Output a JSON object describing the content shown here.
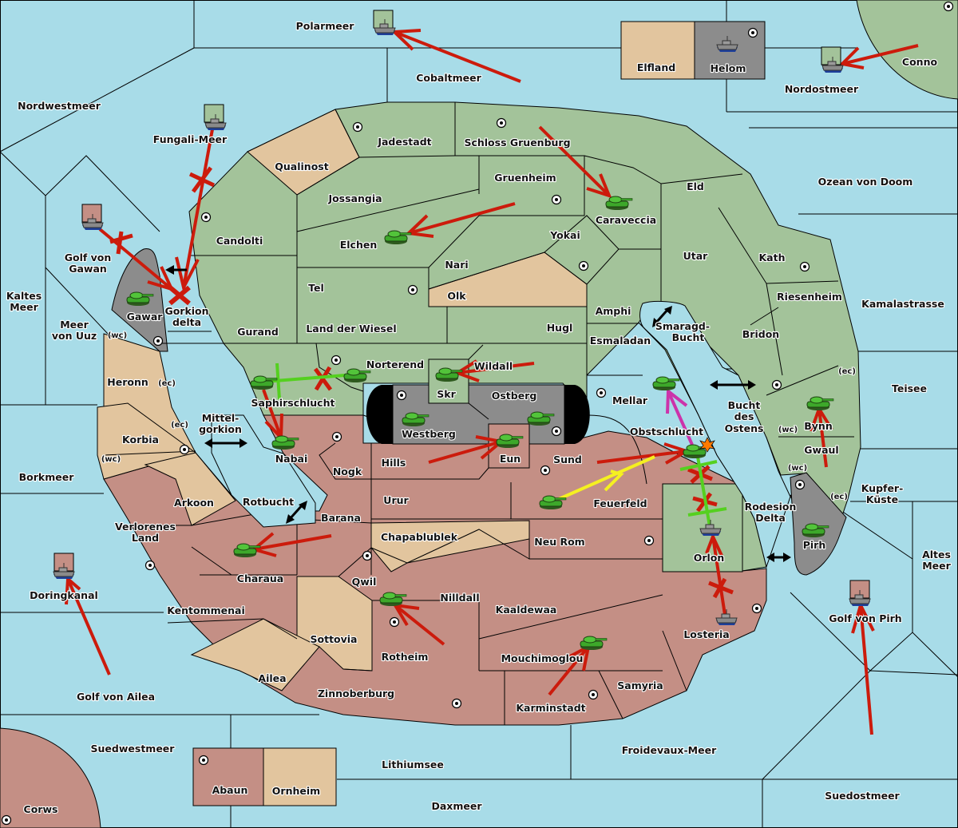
{
  "map": {
    "colors": {
      "sea": "#a8dce8",
      "green_power": "#a3c39a",
      "tan_neutral": "#e2c59e",
      "red_power": "#c48f85",
      "gray_power": "#8c8c8c",
      "order_move": "#cc1b0c",
      "order_support": "#55d020",
      "order_convoy": "#f5f020",
      "order_retreat": "#cc33aa"
    },
    "sea_labels": {
      "polarmeer": "Polarmeer",
      "cobaltmeer": "Cobaltmeer",
      "nordwestmeer": "Nordwestmeer",
      "fungali_meer": "Fungali-Meer",
      "nordostmeer": "Nordostmeer",
      "ozean_von_doom": "Ozean von Doom",
      "golf_von_gawan_1": "Golf von",
      "golf_von_gawan_2": "Gawan",
      "kaltes_meer_1": "Kaltes",
      "kaltes_meer_2": "Meer",
      "meer_von_uuz_1": "Meer",
      "meer_von_uuz_2": "von Uuz",
      "gorkion_delta_1": "Gorkion",
      "gorkion_delta_2": "delta",
      "mittelgorkion_1": "Mittel-",
      "mittelgorkion_2": "gorkion",
      "borkmeer": "Borkmeer",
      "rotbucht": "Rotbucht",
      "smaragd_bucht_1": "Smaragd-",
      "smaragd_bucht_2": "Bucht",
      "bucht_des_ostens_1": "Bucht",
      "bucht_des_ostens_2": "des",
      "bucht_des_ostens_3": "Ostens",
      "kamalastrasse": "Kamalastrasse",
      "teisee": "Teisee",
      "kupfer_kueste_1": "Kupfer-",
      "kupfer_kueste_2": "Küste",
      "rodesion_delta_1": "Rodesion",
      "rodesion_delta_2": "Delta",
      "altes_meer_1": "Altes",
      "altes_meer_2": "Meer",
      "golf_von_pirh": "Golf von Pirh",
      "doringkanal": "Doringkanal",
      "golf_von_ailea": "Golf von Ailea",
      "suedwestmeer": "Suedwestmeer",
      "lithiumsee": "Lithiumsee",
      "daxmeer": "Daxmeer",
      "froidevaux_meer": "Froidevaux-Meer",
      "suedostmeer": "Suedostmeer"
    },
    "land_labels": {
      "elfland": "Elfland",
      "helom": "Helom",
      "conno": "Conno",
      "jadestadt": "Jadestadt",
      "schloss_gruenburg": "Schloss Gruenburg",
      "qualinost": "Qualinost",
      "gruenheim": "Gruenheim",
      "eld": "Eld",
      "jossangia": "Jossangia",
      "caraveccia": "Caraveccia",
      "candolti": "Candolti",
      "elchen": "Elchen",
      "yokai": "Yokai",
      "utar": "Utar",
      "kath": "Kath",
      "nari": "Nari",
      "tel": "Tel",
      "olk": "Olk",
      "amphi": "Amphi",
      "riesenheim": "Riesenheim",
      "gawar": "Gawar",
      "gurand": "Gurand",
      "land_der_wiesel": "Land der Wiesel",
      "hugl": "Hugl",
      "bridon": "Bridon",
      "esmaladan": "Esmaladan",
      "norterend": "Norterend",
      "wildall": "Wildall",
      "heronn": "Heronn",
      "saphirschlucht": "Saphirschlucht",
      "skr": "Skr",
      "ostberg": "Ostberg",
      "mellar": "Mellar",
      "bynn": "Bynn",
      "westberg": "Westberg",
      "obstschlucht": "Obstschlucht",
      "korbia": "Korbia",
      "nabai": "Nabai",
      "eun": "Eun",
      "hills": "Hills",
      "sund": "Sund",
      "gwaul": "Gwaul",
      "nogk": "Nogk",
      "arkoon": "Arkoon",
      "urur": "Urur",
      "feuerfeld": "Feuerfeld",
      "barana": "Barana",
      "chapablublek": "Chapablublek",
      "pirh": "Pirh",
      "verlorenes_land_1": "Verlorenes",
      "verlorenes_land_2": "Land",
      "neu_rom": "Neu Rom",
      "orlon": "Orlon",
      "charaua": "Charaua",
      "qwil": "Qwil",
      "nilldall": "Nilldall",
      "kentommenai": "Kentommenai",
      "kaaldewaa": "Kaaldewaa",
      "losteria": "Losteria",
      "sottovia": "Sottovia",
      "rotheim": "Rotheim",
      "mouchimoglou": "Mouchimoglou",
      "ailea": "Ailea",
      "samyria": "Samyria",
      "zinnoberburg": "Zinnoberburg",
      "karminstadt": "Karminstadt",
      "abaun": "Abaun",
      "ornheim": "Ornheim",
      "corws": "Corws"
    },
    "coast_labels": {
      "wc": "(wc)",
      "ec": "(ec)"
    }
  }
}
